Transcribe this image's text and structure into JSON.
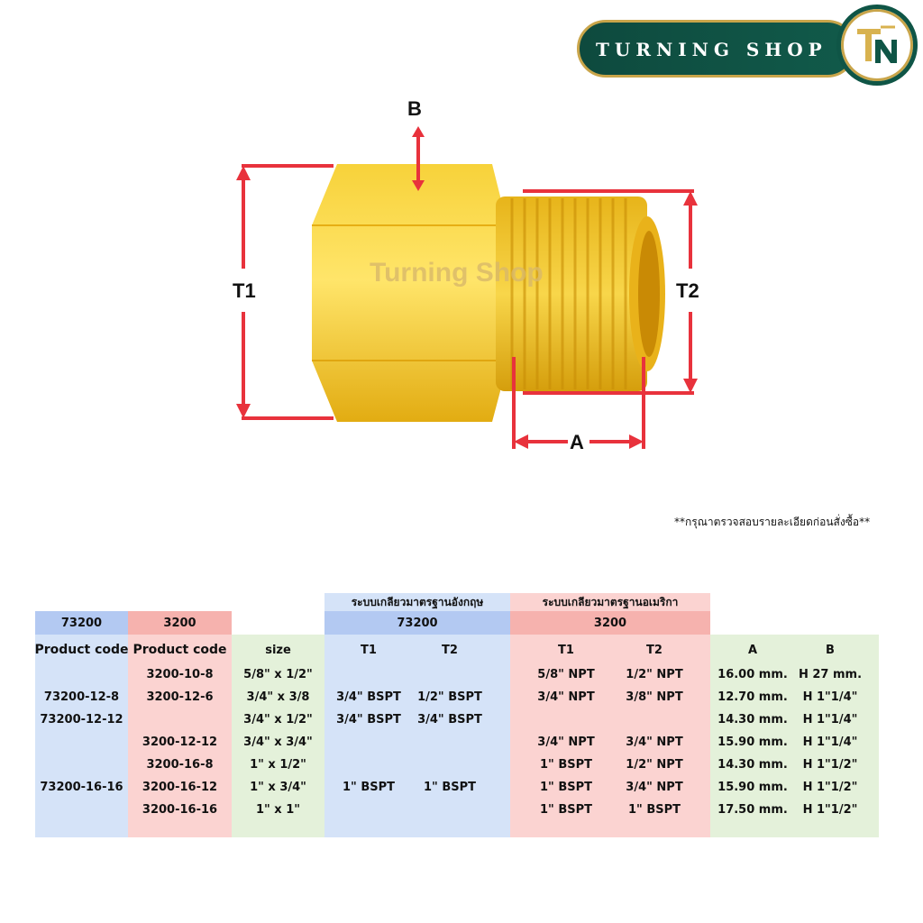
{
  "logo": {
    "text": "TURNING SHOP",
    "badge_text": "TN"
  },
  "diagram": {
    "label_b": "B",
    "label_t1": "T1",
    "label_t2": "T2",
    "label_a": "A",
    "watermark": "Turning Shop",
    "arrow_color": "#e8323c",
    "body_color": "#f5c61a"
  },
  "note": "**กรุณาตรวจสอบรายละเอียดก่อนสั่งซื้อ**",
  "table": {
    "group_english": "ระบบเกลียวมาตรฐานอังกฤษ",
    "group_american": "ระบบเกลียวมาตรฐานอเมริกา",
    "code_73200": "73200",
    "code_3200": "3200",
    "english_code": "73200",
    "american_code": "3200",
    "headers": {
      "product_code_a": "Product code",
      "product_code_b": "Product code",
      "size": "size",
      "t1_bspt": "T1",
      "t2_bspt": "T2",
      "t1_npt": "T1",
      "t2_npt": "T2",
      "a": "A",
      "b": "B"
    },
    "rows": [
      {
        "code73200": "",
        "code3200": "3200-10-8",
        "size": "5/8\" x 1/2\"",
        "bspt_t1": "",
        "bspt_t2": "",
        "npt_t1": "5/8\" NPT",
        "npt_t2": "1/2\" NPT",
        "a": "16.00 mm.",
        "b": "H 27 mm."
      },
      {
        "code73200": "73200-12-8",
        "code3200": "3200-12-6",
        "size": "3/4\" x 3/8",
        "bspt_t1": "3/4\" BSPT",
        "bspt_t2": "1/2\" BSPT",
        "npt_t1": "3/4\" NPT",
        "npt_t2": "3/8\" NPT",
        "a": "12.70 mm.",
        "b": "H 1\"1/4\""
      },
      {
        "code73200": "73200-12-12",
        "code3200": "",
        "size": "3/4\" x 1/2\"",
        "bspt_t1": "3/4\" BSPT",
        "bspt_t2": "3/4\" BSPT",
        "npt_t1": "",
        "npt_t2": "",
        "a": "14.30 mm.",
        "b": "H 1\"1/4\""
      },
      {
        "code73200": "",
        "code3200": "3200-12-12",
        "size": "3/4\" x 3/4\"",
        "bspt_t1": "",
        "bspt_t2": "",
        "npt_t1": "3/4\" NPT",
        "npt_t2": "3/4\" NPT",
        "a": "15.90 mm.",
        "b": "H 1\"1/4\""
      },
      {
        "code73200": "",
        "code3200": "3200-16-8",
        "size": "1\" x 1/2\"",
        "bspt_t1": "",
        "bspt_t2": "",
        "npt_t1": "1\" BSPT",
        "npt_t2": "1/2\" NPT",
        "a": "14.30 mm.",
        "b": "H 1\"1/2\""
      },
      {
        "code73200": "73200-16-16",
        "code3200": "3200-16-12",
        "size": "1\" x 3/4\"",
        "bspt_t1": "1\" BSPT",
        "bspt_t2": "1\" BSPT",
        "npt_t1": "1\" BSPT",
        "npt_t2": "3/4\" NPT",
        "a": "15.90 mm.",
        "b": "H 1\"1/2\""
      },
      {
        "code73200": "",
        "code3200": "3200-16-16",
        "size": "1\" x 1\"",
        "bspt_t1": "",
        "bspt_t2": "",
        "npt_t1": "1\" BSPT",
        "npt_t2": "1\" BSPT",
        "a": "17.50 mm.",
        "b": "H 1\"1/2\""
      }
    ]
  }
}
